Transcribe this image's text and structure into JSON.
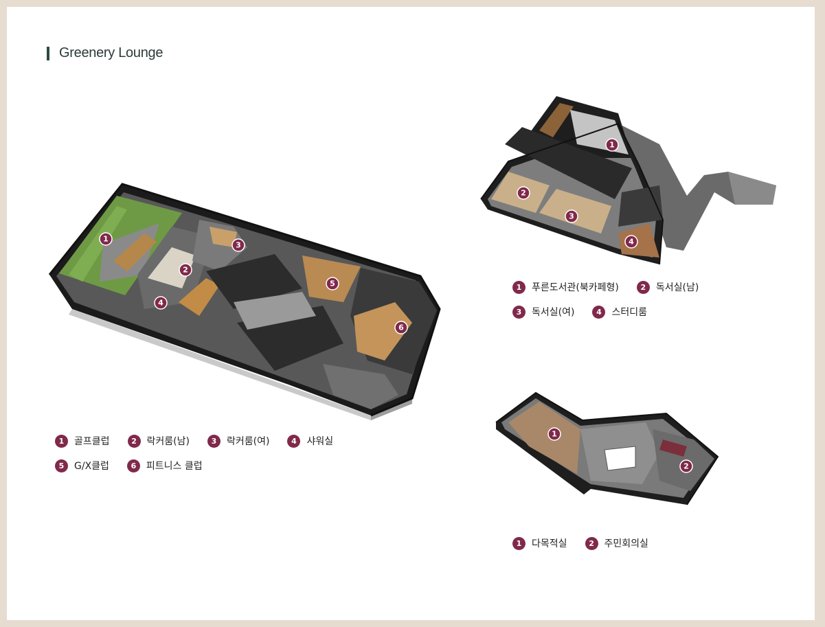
{
  "page_title": "Greenery Lounge",
  "accent_color": "#80294b",
  "plan_1": {
    "markers": [
      "1",
      "2",
      "3",
      "4",
      "5",
      "6"
    ],
    "legend": [
      {
        "num": "1",
        "label": "골프클럽"
      },
      {
        "num": "2",
        "label": "락커룸(남)"
      },
      {
        "num": "3",
        "label": "락커룸(여)"
      },
      {
        "num": "4",
        "label": "샤워실"
      },
      {
        "num": "5",
        "label": "G/X클럽"
      },
      {
        "num": "6",
        "label": "피트니스 클럽"
      }
    ]
  },
  "plan_2": {
    "markers": [
      "1",
      "2",
      "3",
      "4"
    ],
    "legend": [
      {
        "num": "1",
        "label": "푸른도서관(북카페형)"
      },
      {
        "num": "2",
        "label": "독서실(남)"
      },
      {
        "num": "3",
        "label": "독서실(여)"
      },
      {
        "num": "4",
        "label": "스터디룸"
      }
    ]
  },
  "plan_3": {
    "markers": [
      "1",
      "2"
    ],
    "legend": [
      {
        "num": "1",
        "label": "다목적실"
      },
      {
        "num": "2",
        "label": "주민회의실"
      }
    ]
  }
}
